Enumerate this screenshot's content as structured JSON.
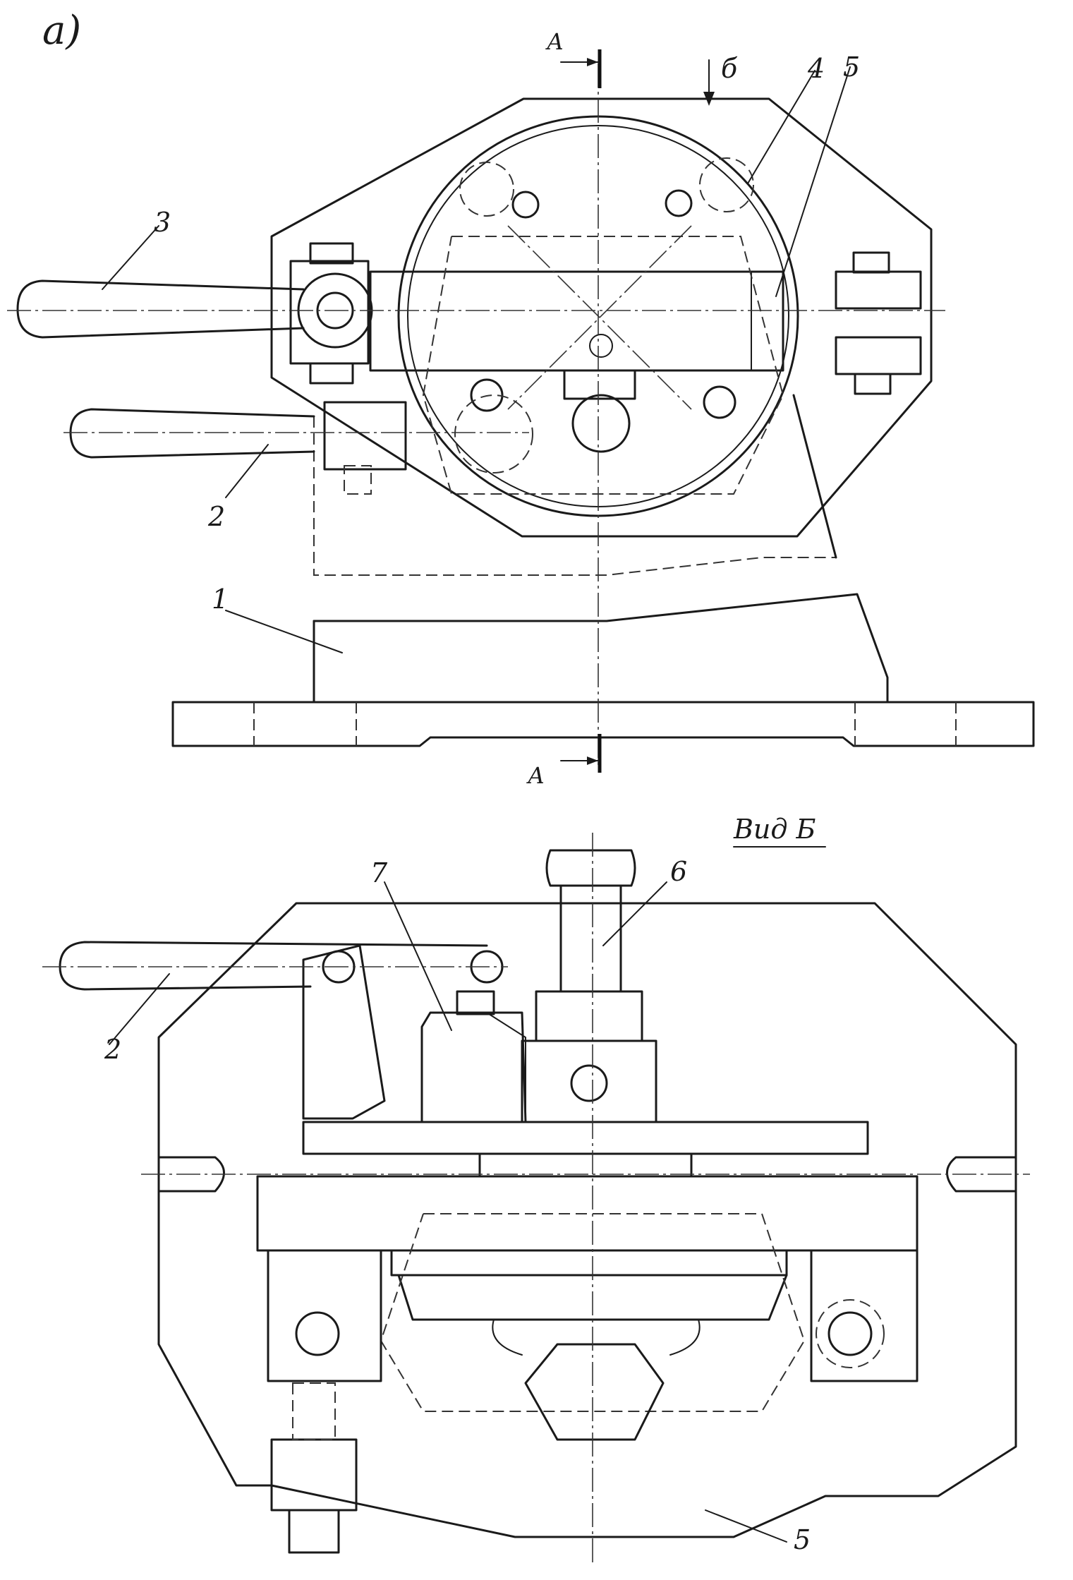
{
  "figure": {
    "panel_label": "а)",
    "view_label": "Вид Б",
    "view_arrow_label": "б",
    "section_marks": {
      "top": "А",
      "bottom": "А"
    },
    "callouts": [
      "1",
      "2",
      "3",
      "4",
      "5",
      "6",
      "7"
    ],
    "colors": {
      "ink": "#1a1a1a",
      "paper": "#ffffff"
    }
  }
}
